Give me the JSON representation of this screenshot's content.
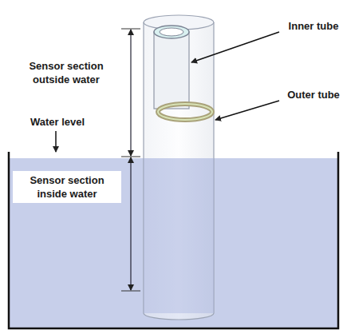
{
  "diagram": {
    "labels": [
      "Inner tube",
      "Sensor section outside water",
      "Outer tube",
      "Water level",
      "Sensor section inside water"
    ]
  }
}
